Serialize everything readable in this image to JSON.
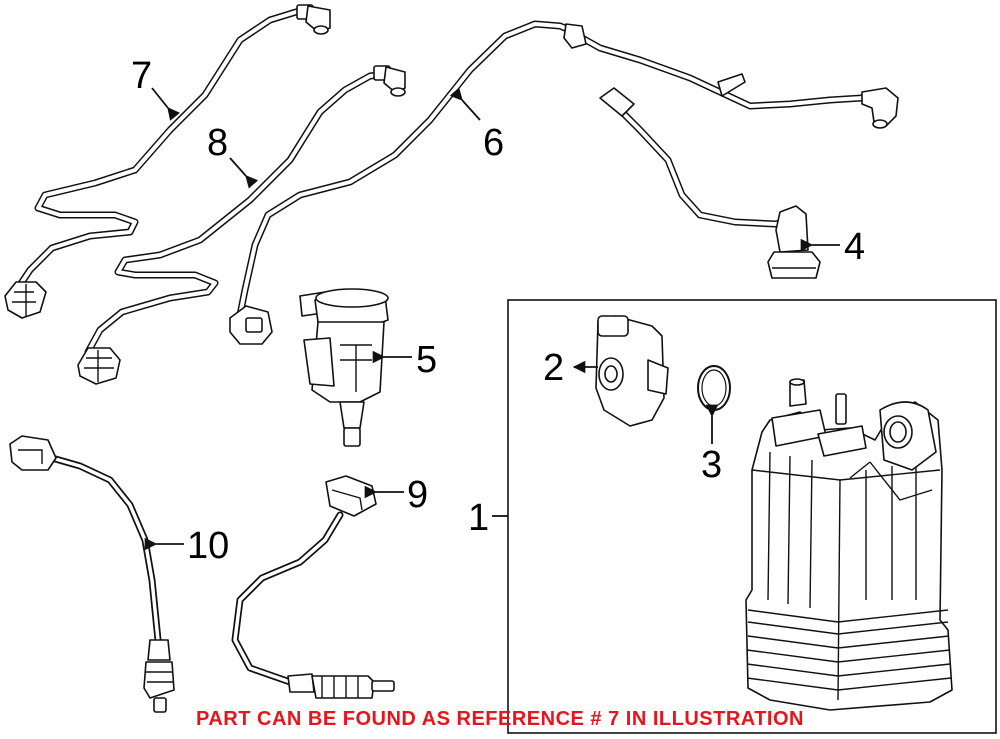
{
  "callouts": {
    "c1": "1",
    "c2": "2",
    "c3": "3",
    "c4": "4",
    "c5": "5",
    "c6": "6",
    "c7": "7",
    "c8": "8",
    "c9": "9",
    "c10": "10"
  },
  "footer_note": "PART CAN BE FOUND AS REFERENCE # 7 IN ILLUSTRATION",
  "colors": {
    "footer_note": "#e8141b",
    "linework": "#111111",
    "background": "#ffffff"
  }
}
